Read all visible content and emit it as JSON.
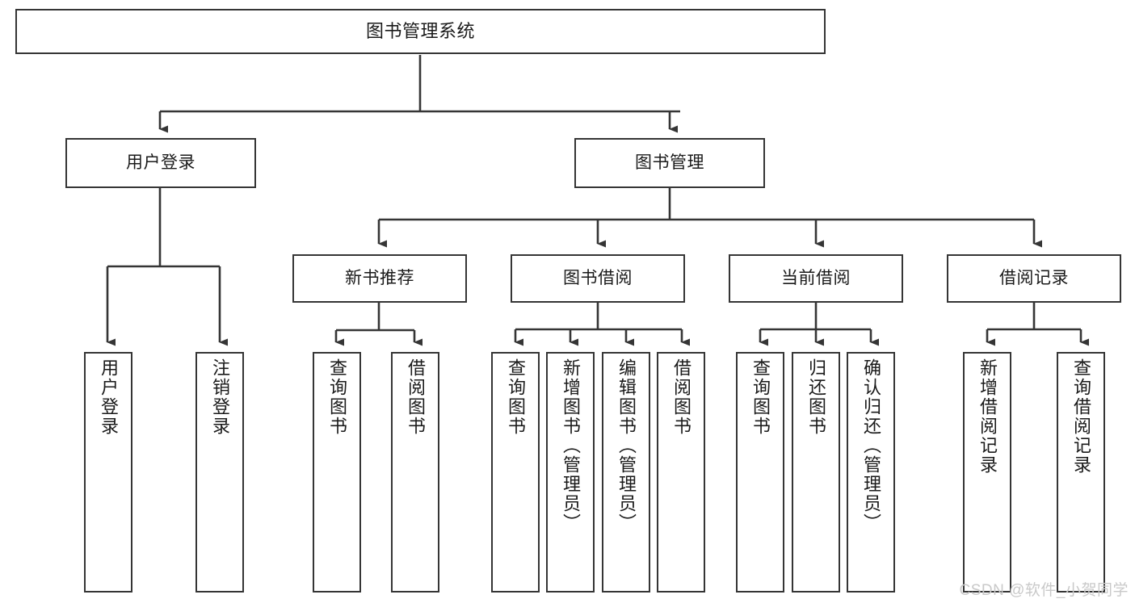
{
  "diagram": {
    "title": "图书管理系统",
    "type": "tree",
    "watermark": "CSDN @软件_小贺同学",
    "colors": {
      "stroke": "#353535",
      "fill": "#ffffff",
      "text": "#1a1a1a",
      "watermark": "#c9c9c9"
    },
    "levels": {
      "root": {
        "label": "图书管理系统"
      },
      "level2": [
        {
          "label": "用户登录"
        },
        {
          "label": "图书管理"
        }
      ],
      "level3": [
        {
          "label": "新书推荐"
        },
        {
          "label": "图书借阅"
        },
        {
          "label": "当前借阅"
        },
        {
          "label": "借阅记录"
        }
      ],
      "leaves": [
        {
          "label": "用户登录",
          "parent": "用户登录"
        },
        {
          "label": "注销登录",
          "parent": "用户登录"
        },
        {
          "label": "查询图书",
          "parent": "新书推荐"
        },
        {
          "label": "借阅图书",
          "parent": "新书推荐"
        },
        {
          "label": "查询图书",
          "parent": "图书借阅"
        },
        {
          "label": "新增图书（管理员）",
          "parent": "图书借阅"
        },
        {
          "label": "编辑图书（管理员）",
          "parent": "图书借阅"
        },
        {
          "label": "借阅图书",
          "parent": "图书借阅"
        },
        {
          "label": "查询图书",
          "parent": "当前借阅"
        },
        {
          "label": "归还图书",
          "parent": "当前借阅"
        },
        {
          "label": "确认归还（管理员）",
          "parent": "当前借阅"
        },
        {
          "label": "新增借阅记录",
          "parent": "借阅记录"
        },
        {
          "label": "查询借阅记录",
          "parent": "借阅记录"
        }
      ]
    }
  }
}
